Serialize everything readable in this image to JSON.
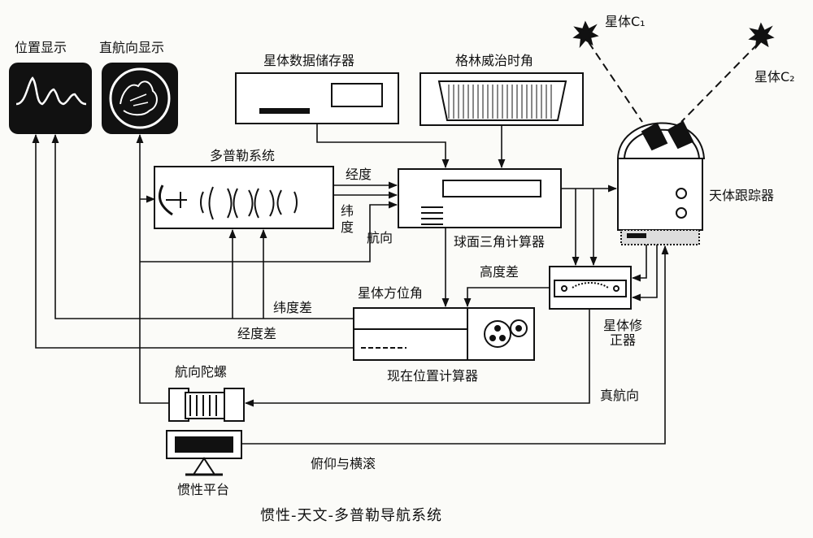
{
  "labels": {
    "position_display": "位置显示",
    "true_heading_display": "直航向显示",
    "star_data_storage": "星体数据储存器",
    "greenwich_hour_angle": "格林威治时角",
    "star_c1": "星体C₁",
    "star_c2": "星体C₂",
    "doppler_system": "多普勒系统",
    "longitude": "经度",
    "latitude_vertical": "纬度",
    "heading": "航向",
    "spherical_triangle_computer": "球面三角计算器",
    "celestial_tracker": "天体跟踪器",
    "altitude_difference": "高度差",
    "star_azimuth": "星体方位角",
    "latitude_difference": "纬度差",
    "longitude_difference": "经度差",
    "star_corrector": "星体修正器",
    "present_position_computer": "现在位置计算器",
    "heading_gyro": "航向陀螺",
    "true_heading": "真航向",
    "pitch_roll": "俯仰与横滚",
    "inertial_platform": "惯性平台",
    "caption": "惯性-天文-多普勒导航系统"
  }
}
